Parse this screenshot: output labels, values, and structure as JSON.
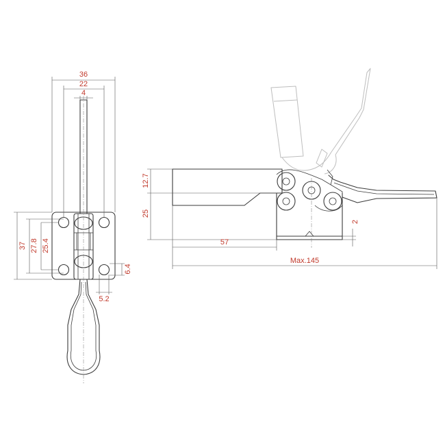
{
  "colors": {
    "line": "#3a3a3a",
    "dimension_text": "#c0392b",
    "ghost": "#bdbdbd"
  },
  "front_view": {
    "dim_overall_width": "36",
    "dim_hole_spacing_width": "22",
    "dim_bar_width": "4",
    "dim_overall_height": "37",
    "dim_height_27_8": "27.8",
    "dim_hole_spacing_height": "25.4",
    "dim_hole_offset": "6.4",
    "dim_hole_diameter": "5.2"
  },
  "side_view": {
    "dim_bar_height": "12.7",
    "dim_base_height": "25",
    "dim_bar_length": "57",
    "dim_base_gap": "2",
    "dim_max_length": "Max.145"
  }
}
